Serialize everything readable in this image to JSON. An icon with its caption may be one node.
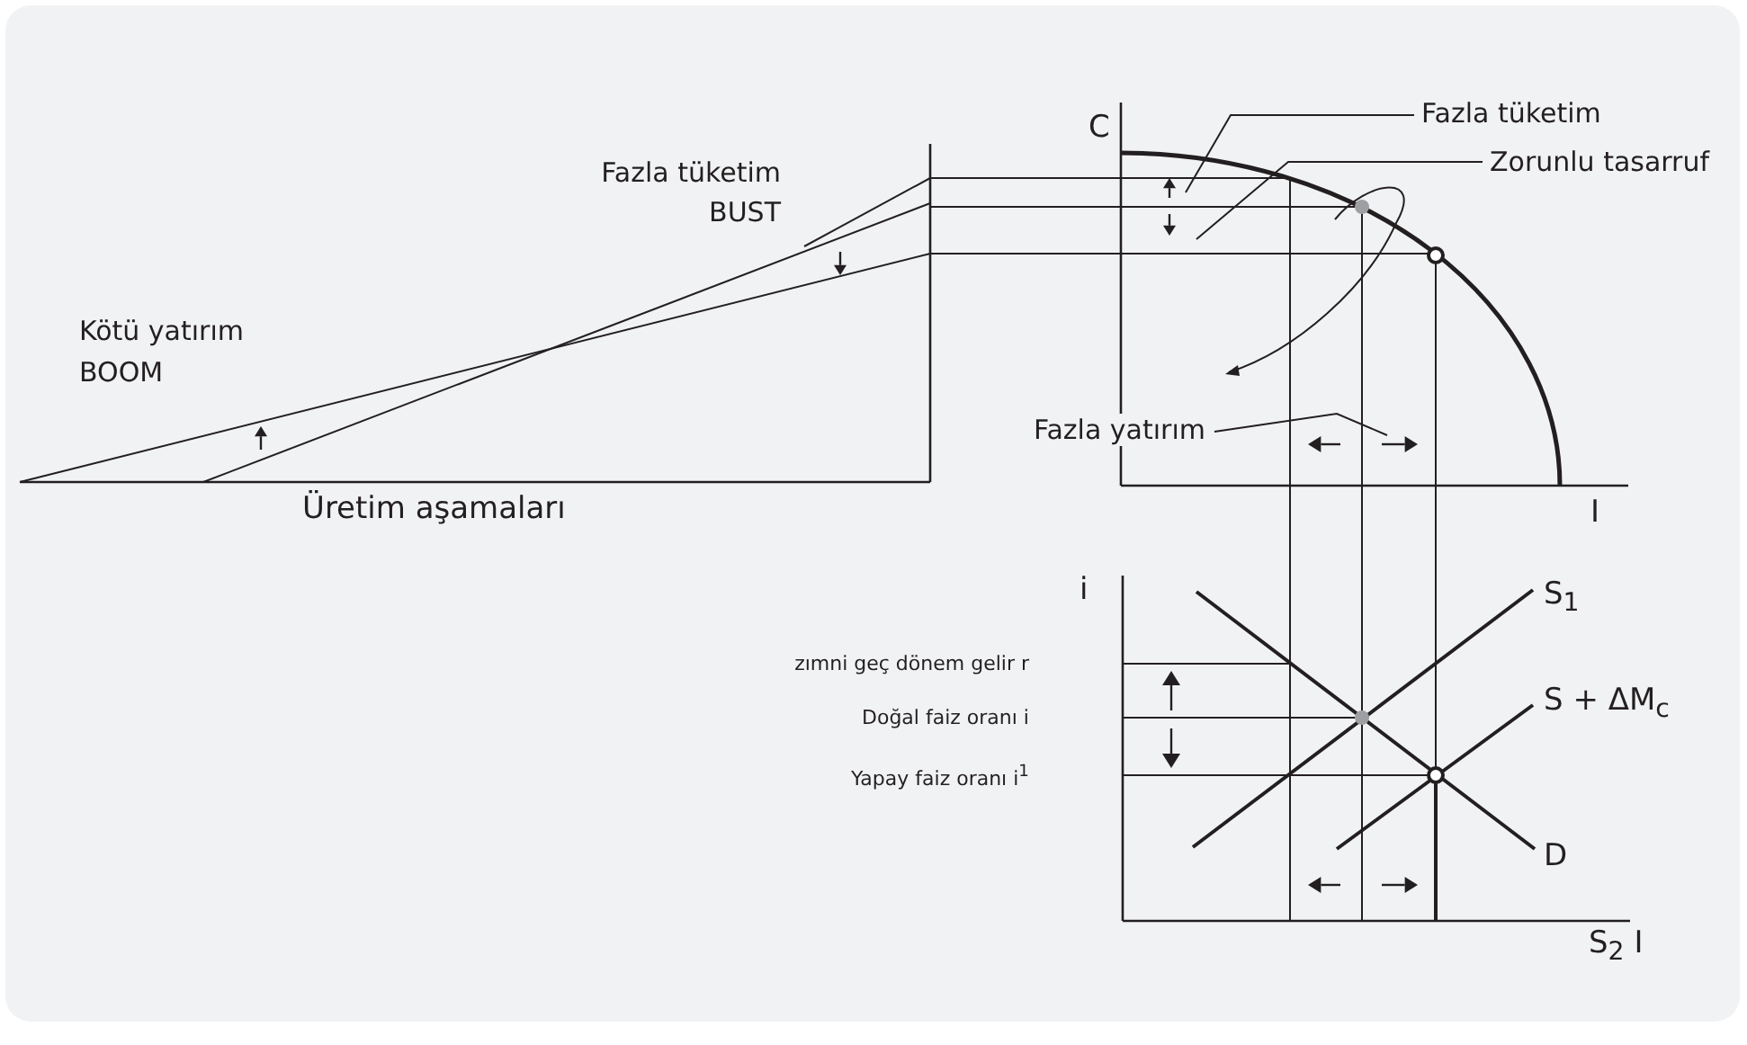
{
  "diagram": {
    "nodes": [
      {
        "text": [
          "Fazla tüketim"
        ]
      },
      {
        "text": [
          "Zorunlu tasarruf"
        ]
      },
      {
        "text": [
          "Fazla yatırım"
        ]
      }
    ],
    "edges": [
      {
        "from": 0,
        "to": null,
        "arrow": "none"
      },
      {
        "from": 1,
        "to": null,
        "arrow": "none"
      },
      {
        "from": 2,
        "to": null,
        "arrow": "none"
      }
    ],
    "labels": [
      "C",
      "Fazla tüketim",
      "BUST",
      "Kötü yatırım",
      "BOOM",
      "Üretim aşamaları",
      "I",
      "i",
      "S$_{1}$",
      "zımni geç dönem gelir r",
      "Doğal faiz oranı i",
      "S + ΔM$_{c}$",
      "Yapay faiz oranı i$^{1}$",
      "D",
      "S$_{2}$ I"
    ]
  }
}
